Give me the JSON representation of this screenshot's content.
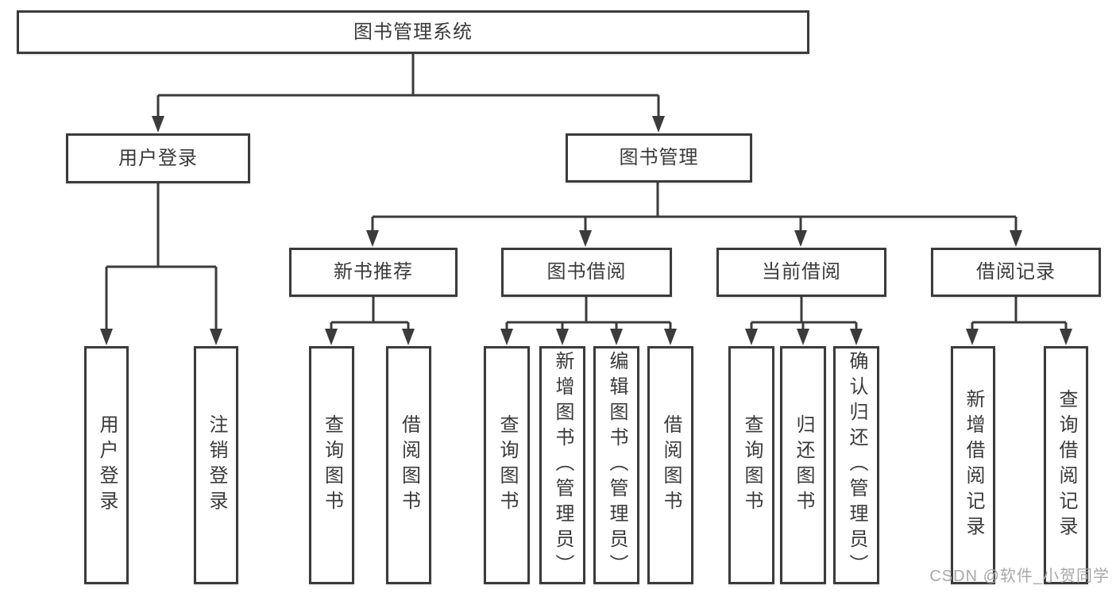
{
  "tree": {
    "root": {
      "label": "图书管理系统"
    },
    "children": [
      {
        "label": "用户登录",
        "children": [
          {
            "label": "用户登录"
          },
          {
            "label": "注销登录"
          }
        ]
      },
      {
        "label": "图书管理",
        "children": [
          {
            "label": "新书推荐",
            "children": [
              {
                "label": "查询图书"
              },
              {
                "label": "借阅图书"
              }
            ]
          },
          {
            "label": "图书借阅",
            "children": [
              {
                "label": "查询图书"
              },
              {
                "label": "新增图书（管理员）"
              },
              {
                "label": "编辑图书（管理员）"
              },
              {
                "label": "借阅图书"
              }
            ]
          },
          {
            "label": "当前借阅",
            "children": [
              {
                "label": "查询图书"
              },
              {
                "label": "归还图书"
              },
              {
                "label": "确认归还（管理员）"
              }
            ]
          },
          {
            "label": "借阅记录",
            "children": [
              {
                "label": "新增借阅记录"
              },
              {
                "label": "查询借阅记录"
              }
            ]
          }
        ]
      }
    ]
  },
  "watermark": "CSDN @软件_小贺同学",
  "colors": {
    "line": "#3b3b3b",
    "text": "#3a3a3a",
    "watermark": "#a8a8a8",
    "bg": "#ffffff"
  }
}
